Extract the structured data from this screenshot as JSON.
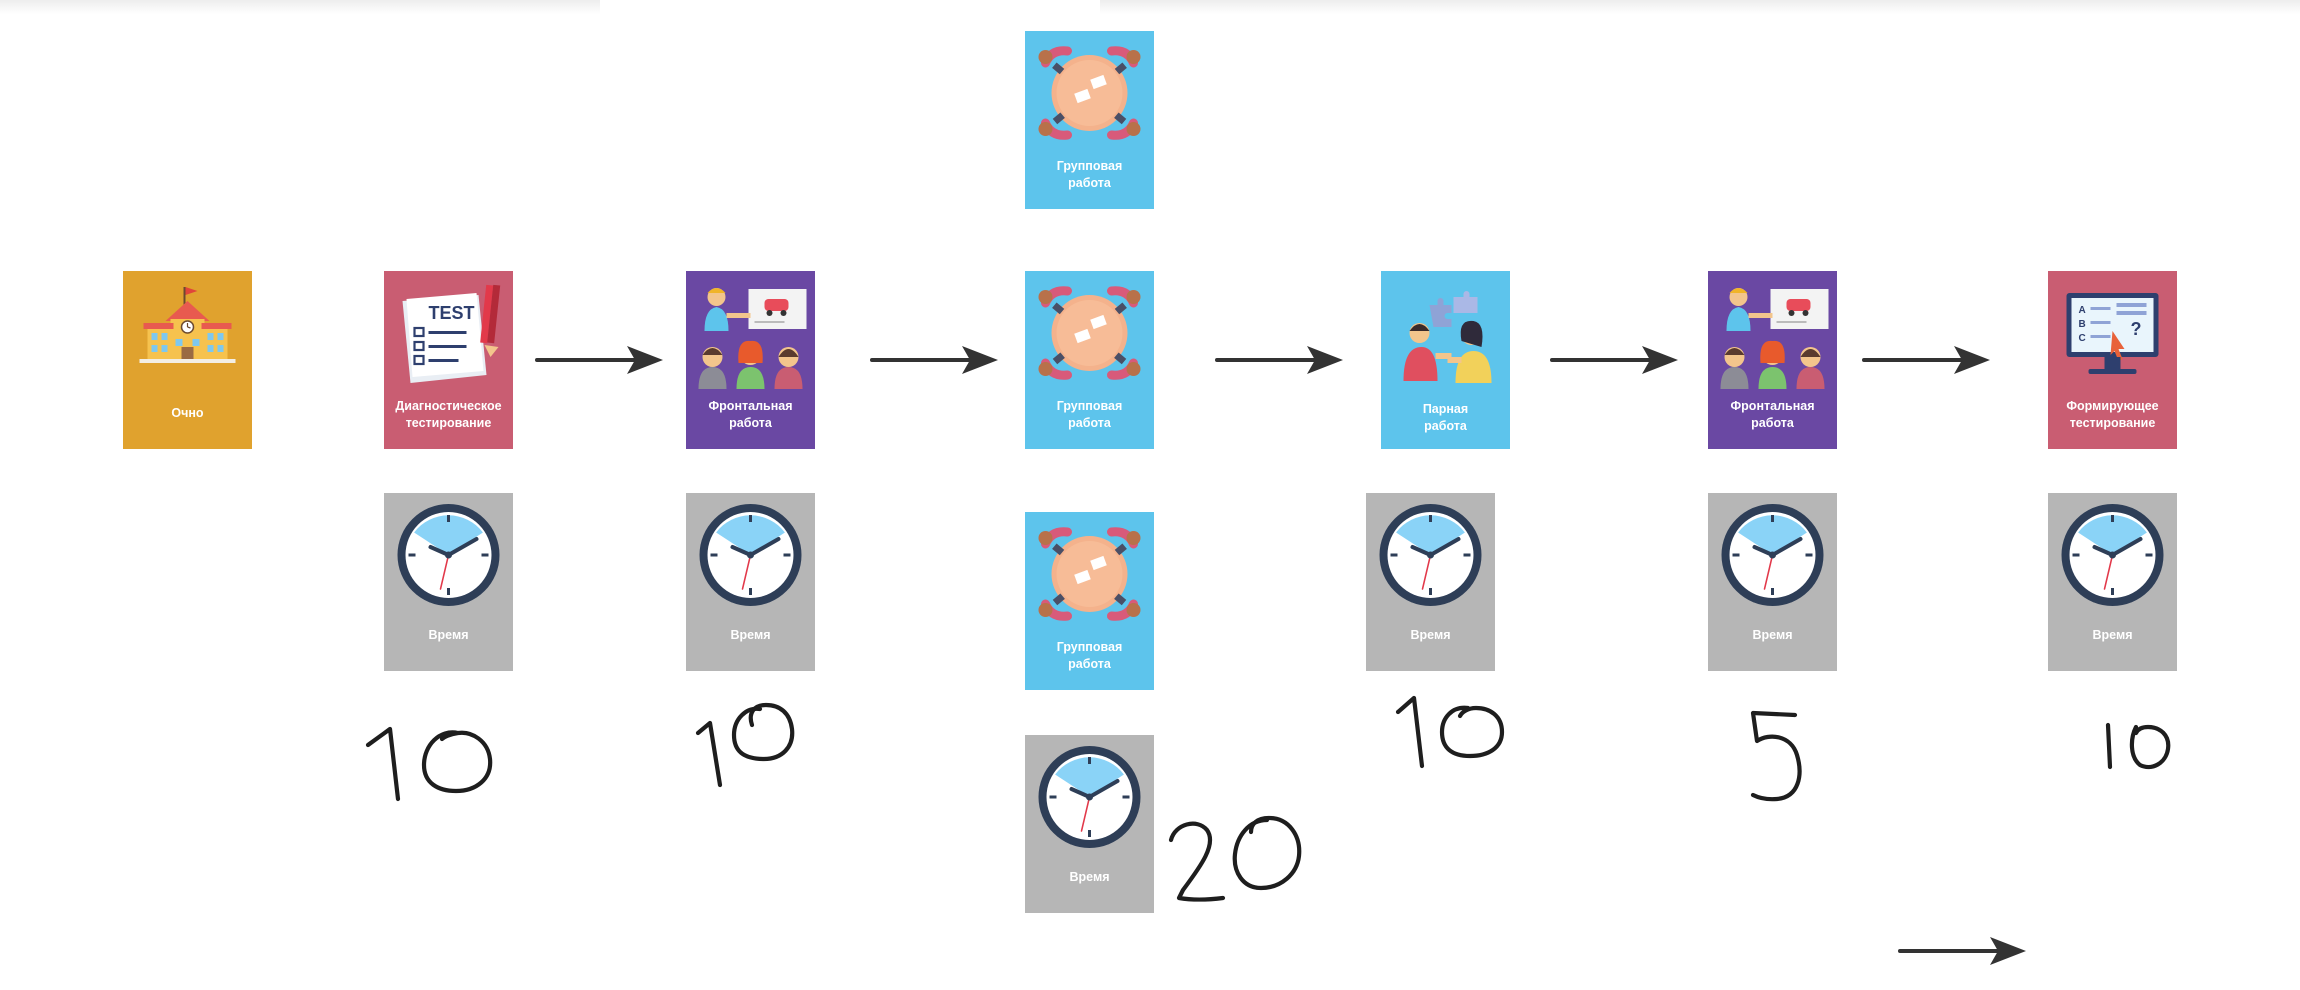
{
  "cards": {
    "ochno": {
      "label": [
        "Очно"
      ]
    },
    "diag_test": {
      "label": [
        "Диагностическое",
        "тестирование"
      ]
    },
    "frontal_1": {
      "label": [
        "Фронтальная",
        "работа"
      ]
    },
    "group_top": {
      "label": [
        "Групповая",
        "работа"
      ]
    },
    "group_mid": {
      "label": [
        "Групповая",
        "работа"
      ]
    },
    "group_bottom": {
      "label": [
        "Групповая",
        "работа"
      ]
    },
    "pair": {
      "label": [
        "Парная",
        "работа"
      ]
    },
    "frontal_2": {
      "label": [
        "Фронтальная",
        "работа"
      ]
    },
    "form_test": {
      "label": [
        "Формирующее",
        "тестирование"
      ]
    }
  },
  "clock_label": "Время",
  "durations": [
    "10",
    "10",
    "20",
    "10",
    "5",
    "10"
  ],
  "colors": {
    "orange": "#e0a22e",
    "pink": "#c95d72",
    "purple": "#6a48a3",
    "blue": "#5dc4ec",
    "grey": "#b6b6b6"
  },
  "icons": [
    "school-building-icon",
    "test-sheet-icon",
    "teacher-presentation-icon",
    "group-table-icon",
    "pair-puzzle-icon",
    "computer-quiz-icon",
    "clock-icon",
    "arrow-right-icon"
  ]
}
